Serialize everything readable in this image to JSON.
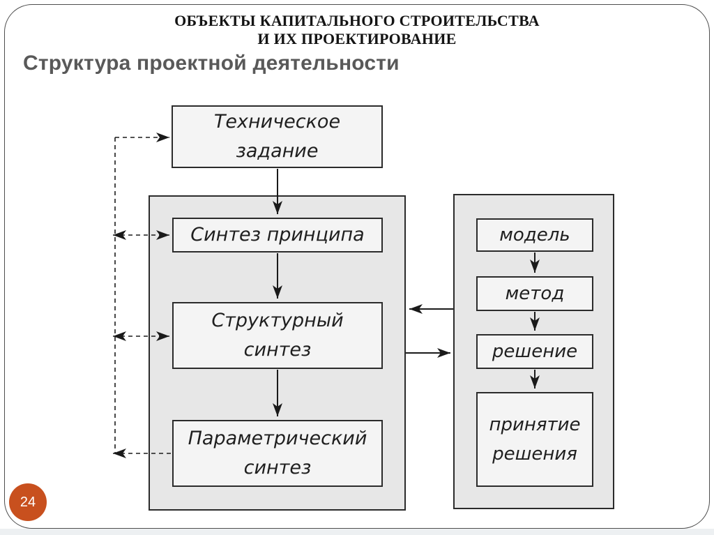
{
  "slide": {
    "header_line1": "ОБЪЕКТЫ КАПИТАЛЬНОГО СТРОИТЕЛЬСТВА",
    "header_line2": "И ИХ ПРОЕКТИРОВАНИЕ",
    "title": "Структура проектной деятельности",
    "page_number": "24"
  },
  "diagram": {
    "top_box": {
      "label": "Техническое\nзадание"
    },
    "left_container_boxes": [
      {
        "label": "Синтез принципа"
      },
      {
        "label": "Структурный\nсинтез"
      },
      {
        "label": "Параметрический\nсинтез"
      }
    ],
    "right_container_boxes": [
      {
        "label": "модель"
      },
      {
        "label": "метод"
      },
      {
        "label": "решение"
      },
      {
        "label": "принятие\nрешения"
      }
    ]
  },
  "colors": {
    "page_badge": "#c8501e",
    "container_fill": "#e7e7e7",
    "box_fill": "#f4f4f4",
    "box_border": "#2b2b2b",
    "title_text": "#595959",
    "header_text": "#141414",
    "arrow": "#1a1a1a",
    "frame_border": "#4d4d4d",
    "bottom_strip": "#edf0f2"
  }
}
